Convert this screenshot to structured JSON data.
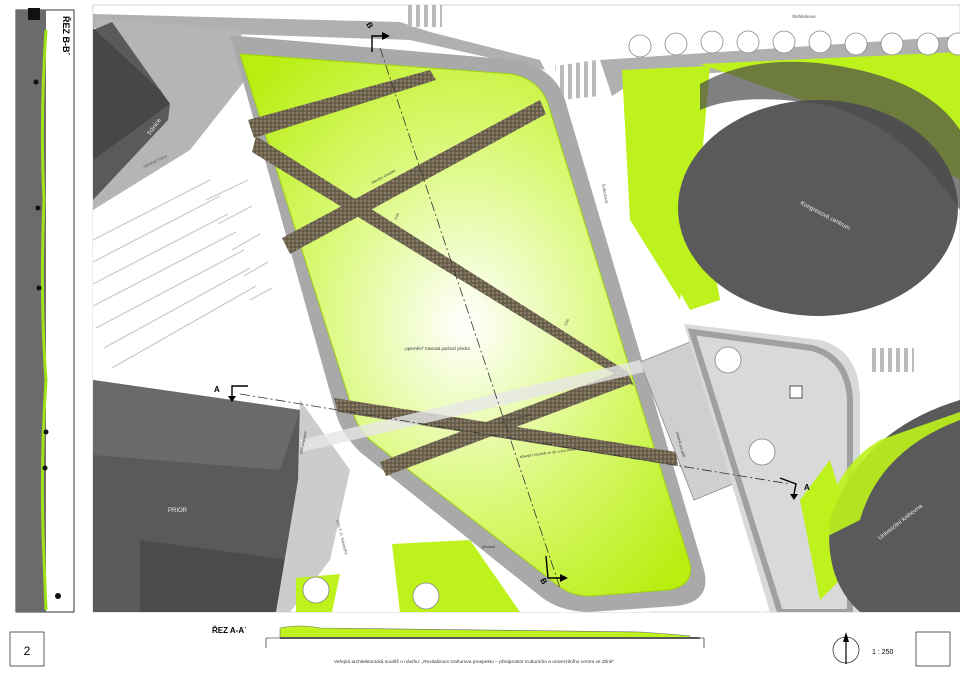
{
  "sheet": {
    "page_number": "2",
    "scale": "1 : 250",
    "caption": "Veřejná architektonická soutěž o návrhu: „Revitalizace Gahurova prospektu – předprostor Kulturního a univerzitního centra ve Zlíně“"
  },
  "sections": {
    "bb_title": "ŘEZ B-B´",
    "aa_title": "ŘEZ A-A´"
  },
  "markers": {
    "a": "A",
    "b": "B"
  },
  "labels": {
    "trznice": "Tržnice",
    "prior": "PRIOR",
    "kongresove_centrum": "Kongresové centrum",
    "univerzitni_knihovna": "Univerzitní knihovna",
    "gahurova": "Gahurova",
    "slovenska": "Štefánikova",
    "parking_street": "náměstí Práce",
    "masarykova": "třída T. G. Masaryka",
    "central_area": "„opevnění“ travnatá pochozí plocha",
    "path_upper": "stávající chodník",
    "path_lower": "navrhovaný chodník",
    "passage": "pěší propojení",
    "cross_walk": "přechod",
    "lower_path": "stávající chodník ve 3D a pro sezónu",
    "dim1": "3,00",
    "dim2": "3,00",
    "east_walk": "chodník pro pěší"
  },
  "colors": {
    "lawn": "#bef21c",
    "lawn_edge": "#9fd40e",
    "pavement": "#a9a9a9",
    "light_pavement": "#d9d9d9",
    "building": "#595959",
    "path": "#6f6450"
  }
}
